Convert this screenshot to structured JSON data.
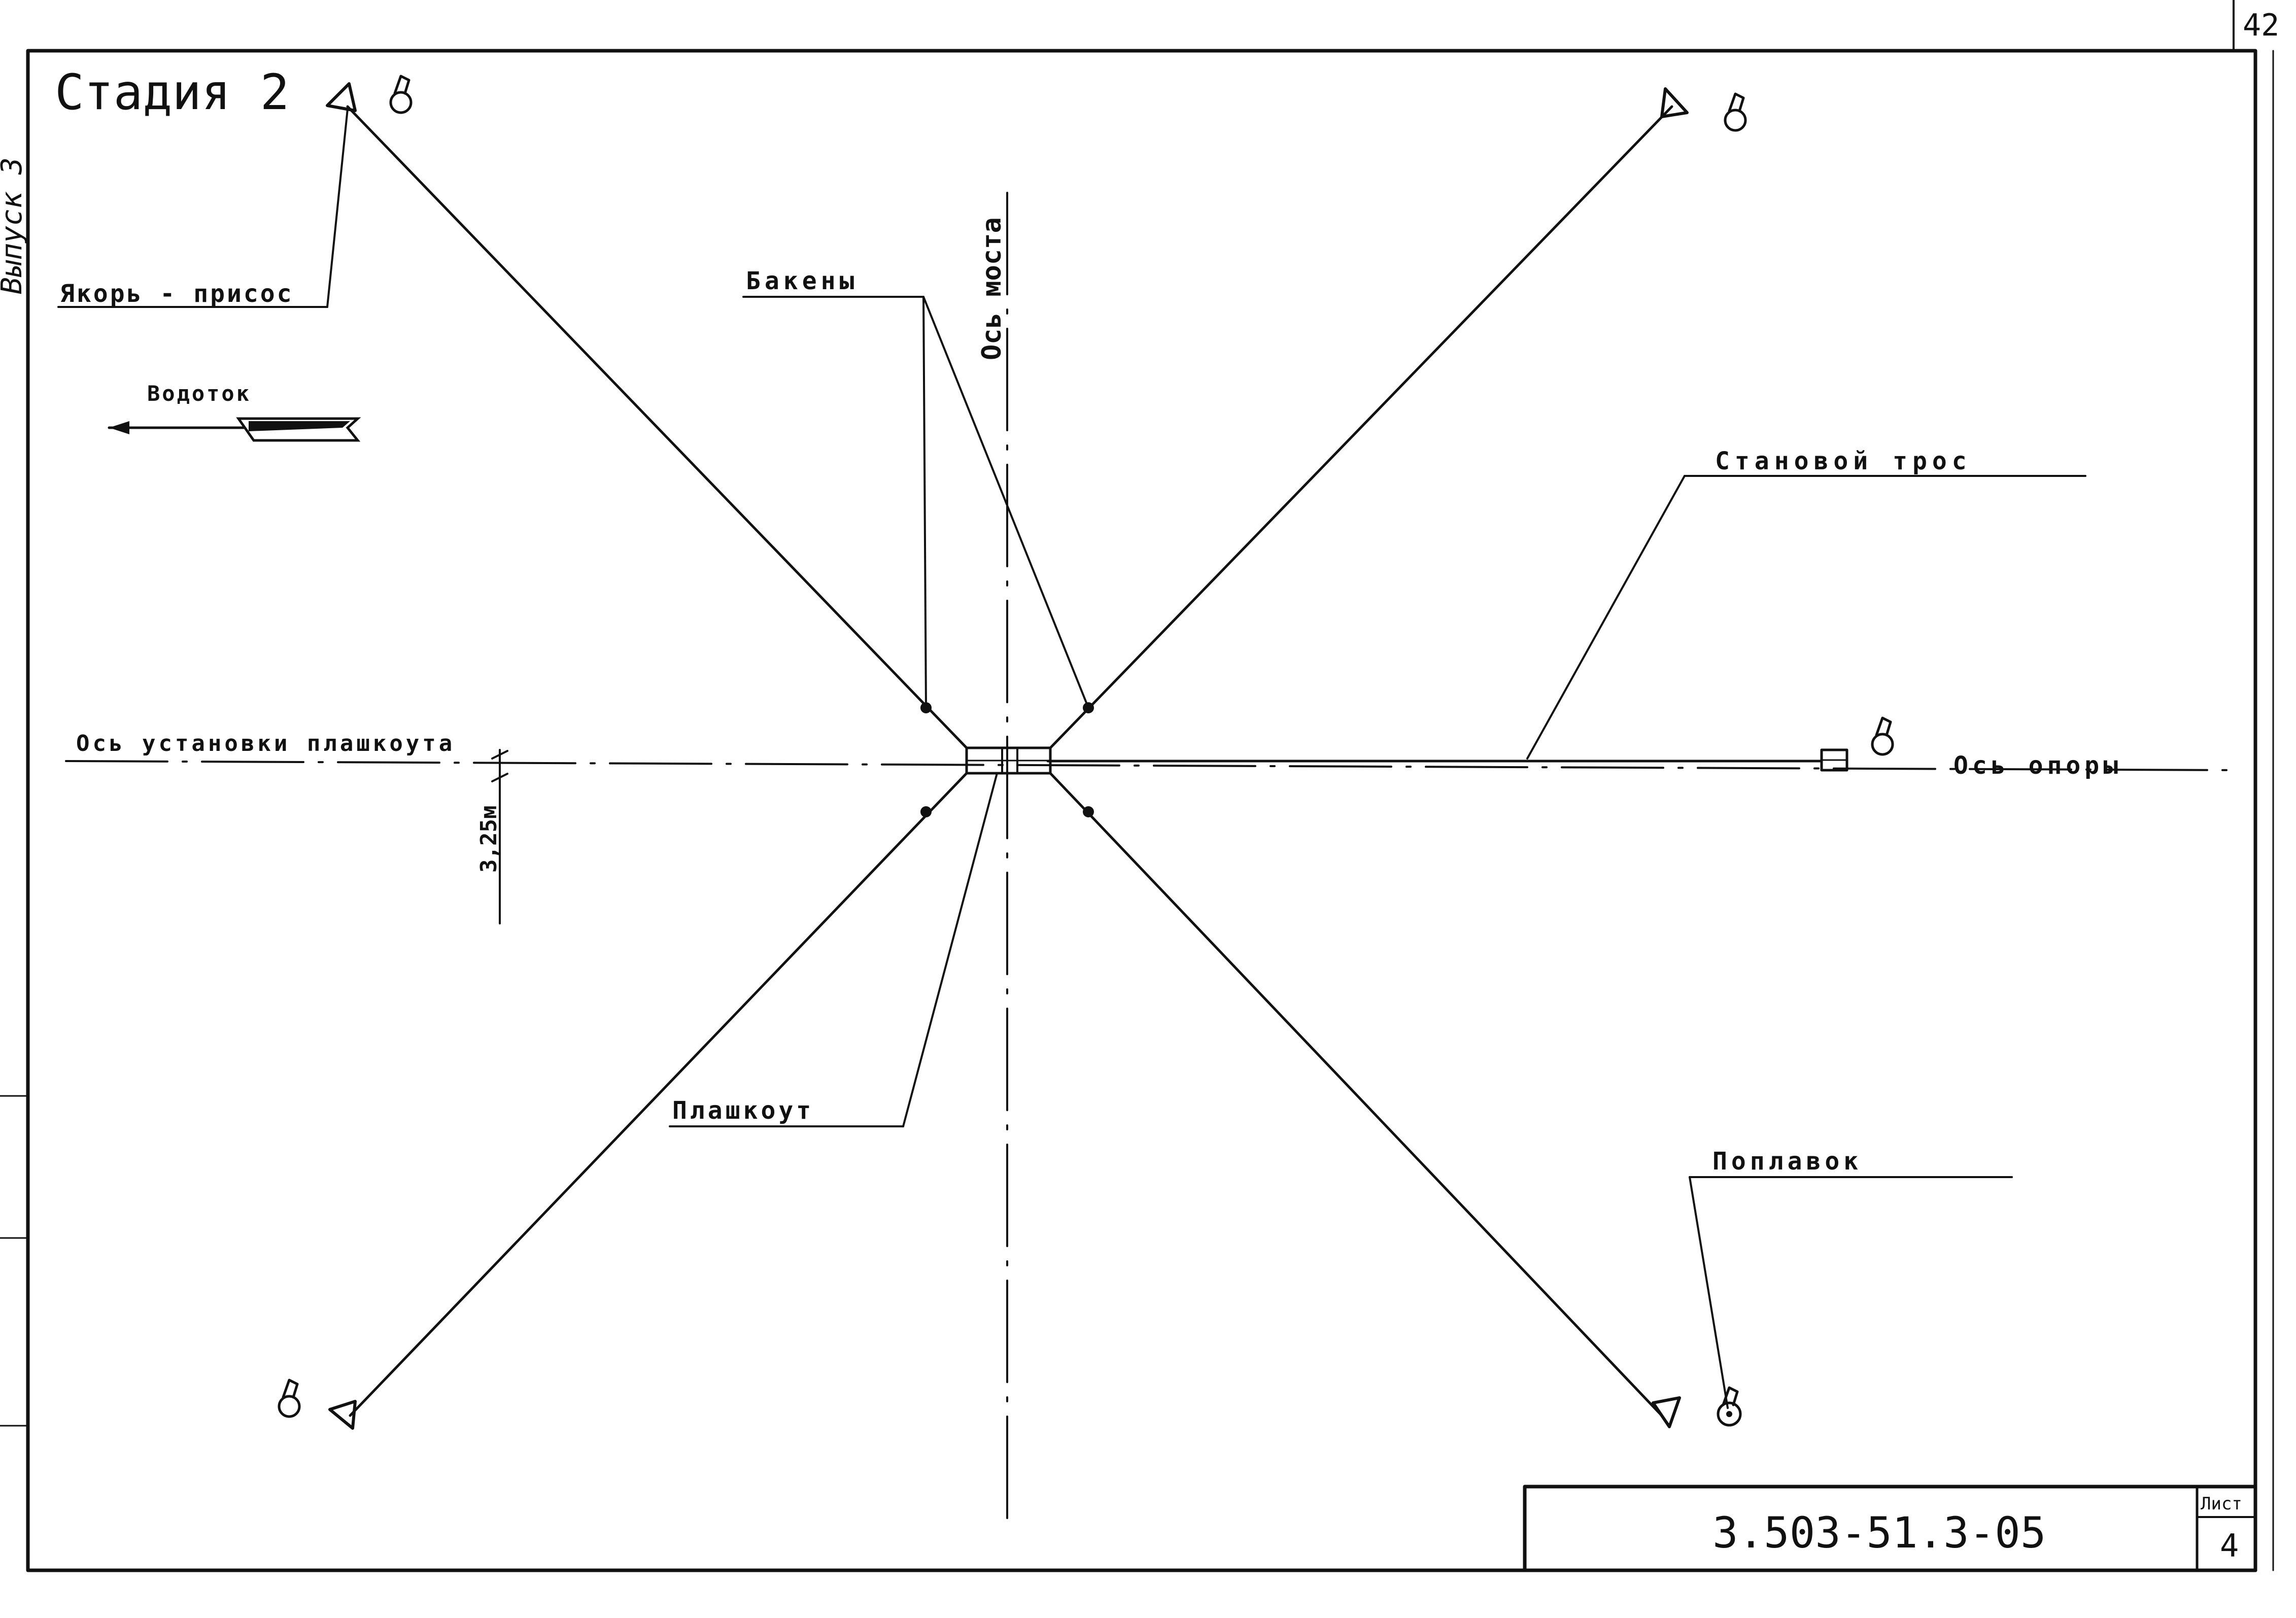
{
  "sheet": {
    "stage_title": "Стадия 2",
    "issue_label": "Выпуск 3",
    "page_number": "42",
    "drawing_code": "3.503-51.3-05",
    "sheet_label": "Лист",
    "sheet_number": "4"
  },
  "labels": {
    "anchor": "Якорь - присос",
    "current": "Водоток",
    "buoys": "Бакены",
    "bridge_axis": "Ось моста",
    "stay_cable": "Становой трос",
    "pontoon_axis": "Ось установки плашкоута",
    "support_axis": "Ось опоры",
    "offset": "3,25м",
    "pontoon": "Плашкоут",
    "float": "Поплавок"
  },
  "colors": {
    "ink": "#111111",
    "paper": "#ffffff"
  }
}
